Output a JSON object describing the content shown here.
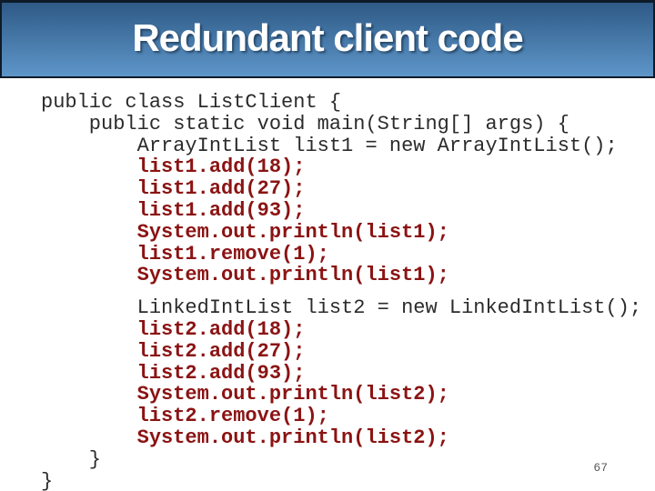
{
  "slide": {
    "title": "Redundant client code",
    "page_number": "67",
    "colors": {
      "background": "#ffffff",
      "banner_top": "#2e5a86",
      "banner_bottom": "#5e96c9",
      "banner_border": "#0e1b28",
      "title_text": "#ffffff",
      "code_regular": "#2b2b2b",
      "code_highlight": "#8b1313",
      "page_number": "#5a5a5a"
    },
    "code": {
      "lines": [
        {
          "text": "public class ListClient {",
          "style": "regular"
        },
        {
          "text": "    public static void main(String[] args) {",
          "style": "regular"
        },
        {
          "text": "        ArrayIntList list1 = new ArrayIntList();",
          "style": "regular"
        },
        {
          "text": "        list1.add(18);",
          "style": "highlight"
        },
        {
          "text": "        list1.add(27);",
          "style": "highlight"
        },
        {
          "text": "        list1.add(93);",
          "style": "highlight"
        },
        {
          "text": "        System.out.println(list1);",
          "style": "highlight"
        },
        {
          "text": "        list1.remove(1);",
          "style": "highlight"
        },
        {
          "text": "        System.out.println(list1);",
          "style": "highlight"
        },
        {
          "text": "",
          "style": "blank"
        },
        {
          "text": "        LinkedIntList list2 = new LinkedIntList();",
          "style": "regular"
        },
        {
          "text": "        list2.add(18);",
          "style": "highlight"
        },
        {
          "text": "        list2.add(27);",
          "style": "highlight"
        },
        {
          "text": "        list2.add(93);",
          "style": "highlight"
        },
        {
          "text": "        System.out.println(list2);",
          "style": "highlight"
        },
        {
          "text": "        list2.remove(1);",
          "style": "highlight"
        },
        {
          "text": "        System.out.println(list2);",
          "style": "highlight"
        },
        {
          "text": "    }",
          "style": "regular"
        },
        {
          "text": "}",
          "style": "regular"
        }
      ]
    }
  }
}
